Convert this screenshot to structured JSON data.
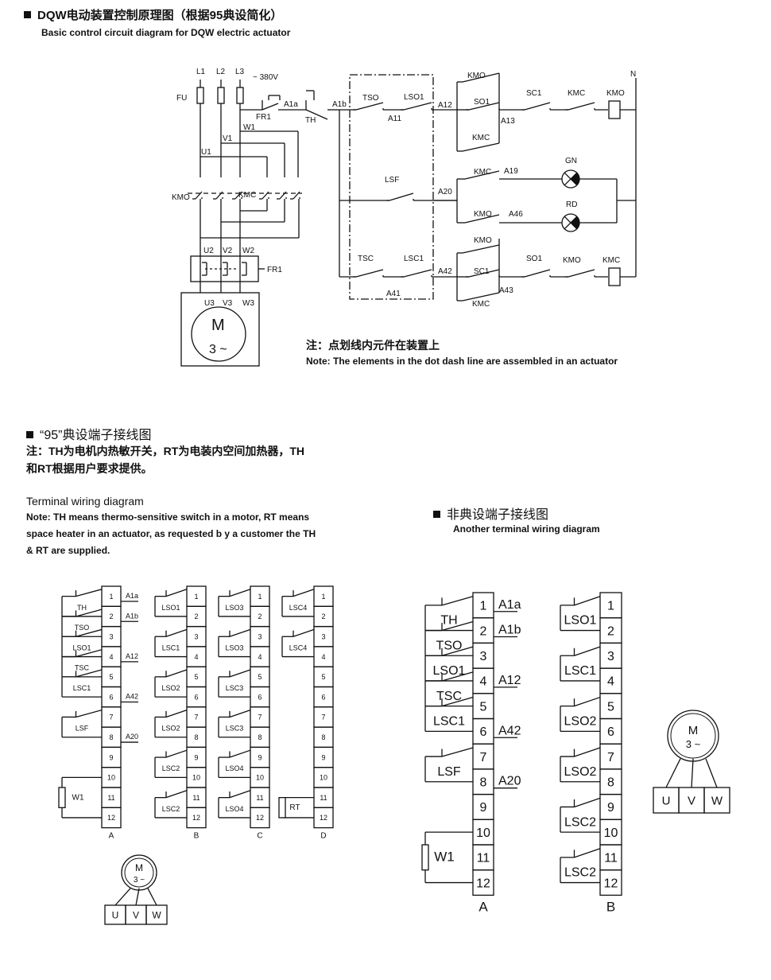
{
  "section1": {
    "title": "DQW电动装置控制原理图（根据95典设简化）",
    "subtitle": "Basic control circuit diagram for DQW electric actuator"
  },
  "circuit": {
    "labels": [
      "L1",
      "L2",
      "L3",
      "~ 380V",
      "FU",
      "FR1",
      "A1a",
      "TH",
      "A1b",
      "W1",
      "V1",
      "U1",
      "KMO",
      "KMC",
      "U2",
      "V2",
      "W2",
      "FR1",
      "U3",
      "V3",
      "W3",
      "M",
      "3 ~",
      "TSO",
      "LSO1",
      "A11",
      "A12",
      "KMO",
      "SO1",
      "A13",
      "SC1",
      "KMC",
      "KMO",
      "N",
      "KMC",
      "KMC",
      "A19",
      "GN",
      "LSF",
      "A20",
      "RD",
      "KMO",
      "A46",
      "KMO",
      "TSC",
      "LSC1",
      "A42",
      "SC1",
      "SO1",
      "KMO",
      "KMC",
      "A41",
      "A43",
      "KMC"
    ],
    "note_cn": "注：点划线内元件在装置上",
    "note_en": "Note: The elements in the dot dash line are assembled in an actuator"
  },
  "section2": {
    "title": "“95”典设端子接线图",
    "note_cn_1": "注：TH为电机内热敏开关，RT为电装内空间加热器，TH",
    "note_cn_2": "和RT根据用户要求提供。",
    "subtitle": "Terminal wiring diagram",
    "note_en_1": "Note: TH means thermo-sensitive switch in a motor, RT means",
    "note_en_2": "space heater in an actuator, as requested b y a customer the TH",
    "note_en_3": "& RT are supplied."
  },
  "section3": {
    "title": "非典设端子接线图",
    "subtitle": "Another terminal wiring diagram"
  },
  "strips95": [
    {
      "name": "A",
      "terminals": [
        "1",
        "2",
        "3",
        "4",
        "5",
        "6",
        "7",
        "8",
        "9",
        "10",
        "11",
        "12"
      ],
      "signals": [
        {
          "t": 1,
          "label": "A1a"
        },
        {
          "t": 2,
          "label": "A1b"
        },
        {
          "t": 4,
          "label": "A12"
        },
        {
          "t": 6,
          "label": "A42"
        },
        {
          "t": 8,
          "label": "A20"
        }
      ],
      "components": [
        {
          "label": "TH",
          "from": 1,
          "to": 2
        },
        {
          "label": "TSO",
          "from": 2,
          "to": 3
        },
        {
          "label": "LSO1",
          "from": 3,
          "to": 4
        },
        {
          "label": "TSC",
          "from": 4,
          "to": 5
        },
        {
          "label": "LSC1",
          "from": 5,
          "to": 6
        },
        {
          "label": "LSF",
          "from": 7,
          "to": 8
        },
        {
          "label": "W1",
          "from": 10,
          "to": 12,
          "heater": true
        }
      ]
    },
    {
      "name": "B",
      "terminals": [
        "1",
        "2",
        "3",
        "4",
        "5",
        "6",
        "7",
        "8",
        "9",
        "10",
        "11",
        "12"
      ],
      "signals": [],
      "components": [
        {
          "label": "LSO1",
          "from": 1,
          "to": 2
        },
        {
          "label": "LSC1",
          "from": 3,
          "to": 4
        },
        {
          "label": "LSO2",
          "from": 5,
          "to": 6
        },
        {
          "label": "LSO2",
          "from": 7,
          "to": 8
        },
        {
          "label": "LSC2",
          "from": 9,
          "to": 10
        },
        {
          "label": "LSC2",
          "from": 11,
          "to": 12
        }
      ]
    },
    {
      "name": "C",
      "terminals": [
        "1",
        "2",
        "3",
        "4",
        "5",
        "6",
        "7",
        "8",
        "9",
        "10",
        "11",
        "12"
      ],
      "signals": [],
      "components": [
        {
          "label": "LSO3",
          "from": 1,
          "to": 2
        },
        {
          "label": "LSO3",
          "from": 3,
          "to": 4
        },
        {
          "label": "LSC3",
          "from": 5,
          "to": 6
        },
        {
          "label": "LSC3",
          "from": 7,
          "to": 8
        },
        {
          "label": "LSO4",
          "from": 9,
          "to": 10
        },
        {
          "label": "LSO4",
          "from": 11,
          "to": 12
        }
      ]
    },
    {
      "name": "D",
      "terminals": [
        "1",
        "2",
        "3",
        "4",
        "5",
        "6",
        "7",
        "8",
        "9",
        "10",
        "11",
        "12"
      ],
      "signals": [],
      "components": [
        {
          "label": "LSC4",
          "from": 1,
          "to": 2
        },
        {
          "label": "LSC4",
          "from": 3,
          "to": 4
        },
        {
          "label": "RT",
          "from": 11,
          "to": 12,
          "heater": true
        }
      ]
    }
  ],
  "stripsOther": [
    {
      "name": "A",
      "terminals": [
        "1",
        "2",
        "3",
        "4",
        "5",
        "6",
        "7",
        "8",
        "9",
        "10",
        "11",
        "12"
      ],
      "signals": [
        {
          "t": 1,
          "label": "A1a"
        },
        {
          "t": 2,
          "label": "A1b"
        },
        {
          "t": 4,
          "label": "A12"
        },
        {
          "t": 6,
          "label": "A42"
        },
        {
          "t": 8,
          "label": "A20"
        }
      ],
      "components": [
        {
          "label": "TH",
          "from": 1,
          "to": 2
        },
        {
          "label": "TSO",
          "from": 2,
          "to": 3
        },
        {
          "label": "LSO1",
          "from": 3,
          "to": 4
        },
        {
          "label": "TSC",
          "from": 4,
          "to": 5
        },
        {
          "label": "LSC1",
          "from": 5,
          "to": 6
        },
        {
          "label": "LSF",
          "from": 7,
          "to": 8
        },
        {
          "label": "W1",
          "from": 10,
          "to": 12,
          "heater": true
        }
      ]
    },
    {
      "name": "B",
      "terminals": [
        "1",
        "2",
        "3",
        "4",
        "5",
        "6",
        "7",
        "8",
        "9",
        "10",
        "11",
        "12"
      ],
      "signals": [],
      "components": [
        {
          "label": "LSO1",
          "from": 1,
          "to": 2
        },
        {
          "label": "LSC1",
          "from": 3,
          "to": 4
        },
        {
          "label": "LSO2",
          "from": 5,
          "to": 6
        },
        {
          "label": "LSO2",
          "from": 7,
          "to": 8
        },
        {
          "label": "LSC2",
          "from": 9,
          "to": 10
        },
        {
          "label": "LSC2",
          "from": 11,
          "to": 12
        }
      ]
    }
  ],
  "motor": {
    "symbol": "M",
    "phase": "3 ~",
    "terminals": [
      "U",
      "V",
      "W"
    ]
  }
}
